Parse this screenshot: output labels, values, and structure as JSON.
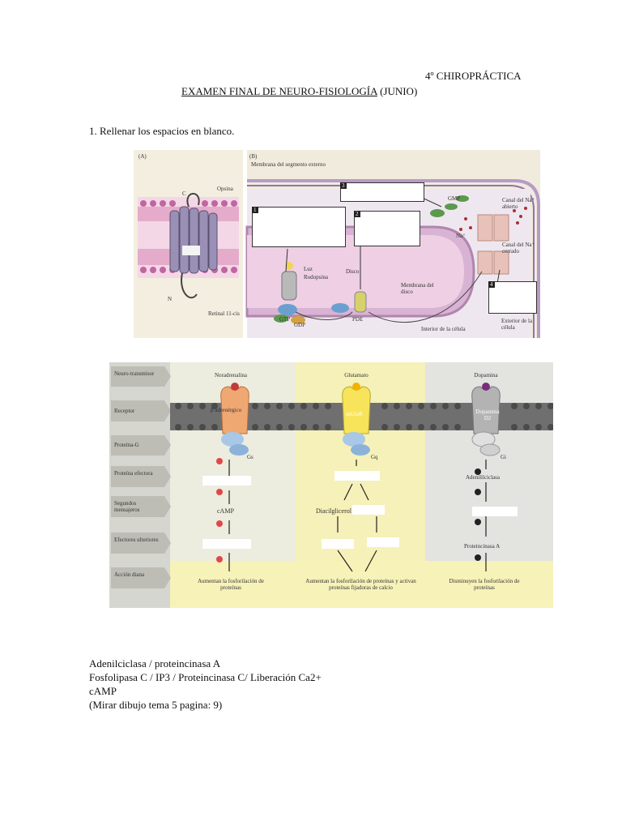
{
  "header": {
    "course": "4º CHIROPRÁCTICA",
    "exam_title_underlined": "EXAMEN FINAL DE NEURO-FISIOLOGÍA",
    "exam_title_suffix": " (JUNIO)"
  },
  "question1": {
    "prompt": "1. Rellenar  los espacios en blanco."
  },
  "figure_top": {
    "panel_a": {
      "label": "(A)",
      "labels": [
        "C",
        "Opsina",
        "N",
        "Retinal 11-cis"
      ]
    },
    "panel_b": {
      "label": "(B)",
      "labels": {
        "membrane_outer": "Membrana del segmento externo",
        "disc": "Disco",
        "light": "Luz",
        "rhodopsin": "Rodopsina",
        "disc_membrane": "Membrana del disco",
        "interior": "Interior de la célula",
        "exterior": "Exterior de la célula",
        "pde": "PDE",
        "gtp": "GTP",
        "gdp": "GDP",
        "gmp": "GMP",
        "channel_open": "Canal del Na⁺ abierto",
        "channel_closed": "Canal del Na⁺ cerrado",
        "na": "Na⁺"
      },
      "blank_numbers": [
        "1",
        "2",
        "3",
        "4"
      ]
    }
  },
  "figure_bottom": {
    "row_labels": [
      "Neuro-transmisor",
      "Receptor",
      "Proteína-G",
      "Proteína efectora",
      "Segundos mensajeros",
      "Efectores ulteriores",
      "Acción diana"
    ],
    "columns": [
      {
        "neurotransmitter": "Noradrenalina",
        "receptor": "β adrenérgico",
        "g_protein": "Gs",
        "second_messenger": "cAMP",
        "action": "Aumentan la fosforilación de proteínas"
      },
      {
        "neurotransmitter": "Glutamato",
        "receptor": "mGluR",
        "g_protein": "Gq",
        "second_messenger": "Diacilglicerol",
        "action": "Aumentan la fosforilación de proteínas y activan proteínas fijadoras de calcio"
      },
      {
        "neurotransmitter": "Dopamina",
        "receptor": "Dopamina D2",
        "g_protein": "Gi",
        "effector": "Adenililciclasa",
        "further_effector": "Proteincinasa A",
        "action": "Disminuyen la fosforilación de proteínas"
      }
    ]
  },
  "answers": [
    "Adenilciclasa / proteincinasa A",
    "Fosfolipasa C / IP3 / Proteincinasa C/ Liberación Ca2+",
    "cAMP",
    "(Mirar dibujo tema 5 pagina: 9)"
  ]
}
